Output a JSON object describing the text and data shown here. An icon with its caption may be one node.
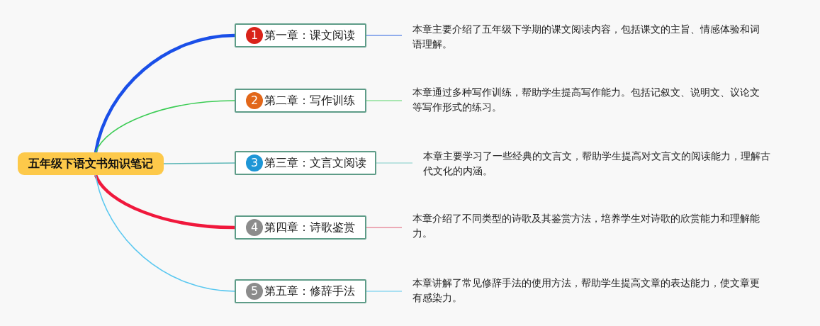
{
  "diagram": {
    "nodes": [
      {
        "text": [
          "五年级下语文书知识笔记"
        ]
      },
      {
        "text": [
          "1",
          "第一章：课文阅读"
        ]
      },
      {
        "text": [
          "2",
          "第二章：写作训练"
        ]
      },
      {
        "text": [
          "3",
          "第三章：文言文阅读"
        ]
      },
      {
        "text": [
          "4",
          "第四章：诗歌鉴赏"
        ]
      },
      {
        "text": [
          "5",
          "第五章：修辞手法"
        ]
      },
      {
        "text": [
          "本章主要介绍了五年级下学期的课文阅读内容，包括课文的主旨、情感体验和词语理解。"
        ]
      },
      {
        "text": [
          "本章通过多种写作训练，帮助学生提高写作能力。包括记叙文、说明文、议论文等写作形式的练习。"
        ]
      },
      {
        "text": [
          "本章主要学习了一些经典的文言文，帮助学生提高对文言文的阅读能力，理解古代文化的内涵。"
        ]
      },
      {
        "text": [
          "本章介绍了不同类型的诗歌及其鉴赏方法，培养学生对诗歌的欣赏能力和理解能力。"
        ]
      },
      {
        "text": [
          "本章讲解了常见修辞手法的使用方法，帮助学生提高文章的表达能力，使文章更有感染力。"
        ]
      }
    ],
    "edges": [
      {
        "from": 0,
        "to": 1,
        "arrow": "none",
        "style": "thick",
        "color": "#1a4fe8"
      },
      {
        "from": 0,
        "to": 2,
        "arrow": "none",
        "color": "#3ccc55"
      },
      {
        "from": 0,
        "to": 3,
        "arrow": "none",
        "color": "#5fb8b8"
      },
      {
        "from": 0,
        "to": 4,
        "arrow": "none",
        "style": "thick",
        "color": "#f0183c"
      },
      {
        "from": 0,
        "to": 5,
        "arrow": "none",
        "color": "#5bc8f0"
      },
      {
        "from": 1,
        "to": 6,
        "arrow": "none",
        "color": "#6f95e8"
      },
      {
        "from": 2,
        "to": 7,
        "arrow": "none",
        "color": "#8ee09a"
      },
      {
        "from": 3,
        "to": 8,
        "arrow": "none",
        "color": "#a8dcd8"
      },
      {
        "from": 4,
        "to": 9,
        "arrow": "none",
        "color": "#e890a0"
      },
      {
        "from": 5,
        "to": 10,
        "arrow": "none",
        "color": "#8fd8f0"
      }
    ]
  }
}
